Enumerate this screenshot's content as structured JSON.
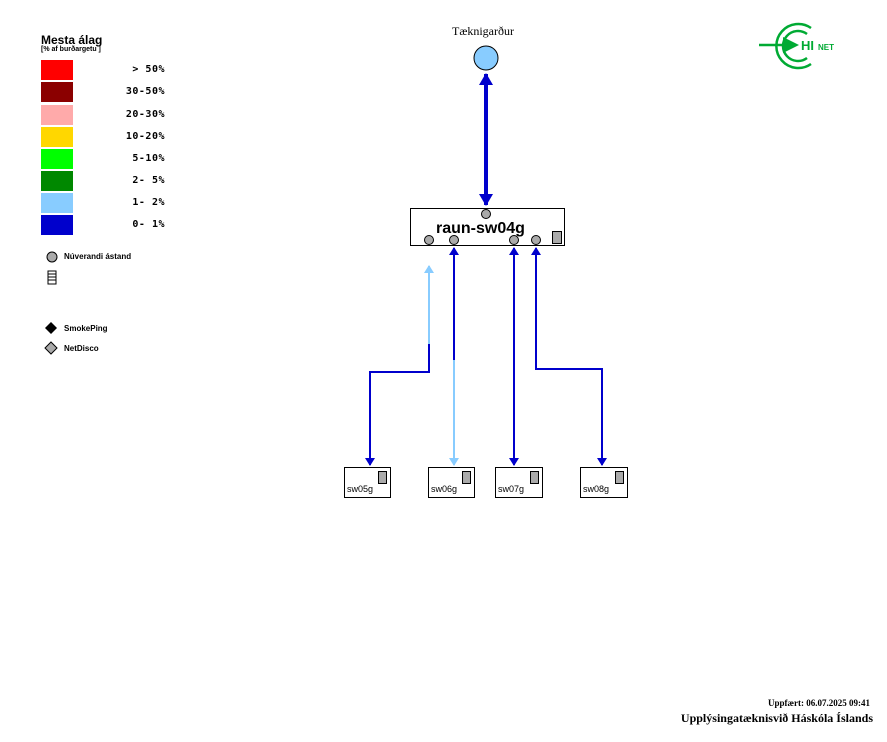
{
  "legend": {
    "title": "Mesta álag",
    "subtitle": "[% af burðargetu ]",
    "items": [
      {
        "label": "> 50%",
        "color": "#ff0000"
      },
      {
        "label": "30-50%",
        "color": "#8b0000"
      },
      {
        "label": "20-30%",
        "color": "#ffaaaa"
      },
      {
        "label": "10-20%",
        "color": "#ffd700"
      },
      {
        "label": "5-10%",
        "color": "#00ff00"
      },
      {
        "label": "2- 5%",
        "color": "#008800"
      },
      {
        "label": "1- 2%",
        "color": "#88ccff"
      },
      {
        "label": "0- 1%",
        "color": "#0000cc"
      }
    ],
    "status_label": "Núverandi ástand",
    "tools": [
      {
        "label": "SmokePing",
        "icon": "diamond-black-icon"
      },
      {
        "label": "NetDisco",
        "icon": "diamond-gray-icon"
      }
    ]
  },
  "cloud": {
    "label": "Tæknigarður",
    "color": "#88ccff"
  },
  "main_switch": {
    "name": "raun-sw04g"
  },
  "switches": [
    {
      "name": "sw05g"
    },
    {
      "name": "sw06g"
    },
    {
      "name": "sw07g"
    },
    {
      "name": "sw08g"
    }
  ],
  "links": [
    {
      "from": "raun-sw04g",
      "to": "Tæknigarður",
      "load": "0- 1%",
      "color": "#0000cc"
    },
    {
      "from": "raun-sw04g",
      "to": "sw05g",
      "load_up": "1- 2%",
      "load_down": "0- 1%"
    },
    {
      "from": "raun-sw04g",
      "to": "sw06g",
      "load_up": "0- 1%",
      "load_down": "1- 2%"
    },
    {
      "from": "raun-sw04g",
      "to": "sw07g",
      "load": "0- 1%"
    },
    {
      "from": "raun-sw04g",
      "to": "sw08g",
      "load": "0- 1%"
    }
  ],
  "logo": {
    "text": "HI",
    "suffix": "NET",
    "color": "#00aa33"
  },
  "footer": {
    "updated": "Uppfært: 06.07.2025 09:41",
    "org": "Upplýsingatæknisvið Háskóla Íslands"
  }
}
